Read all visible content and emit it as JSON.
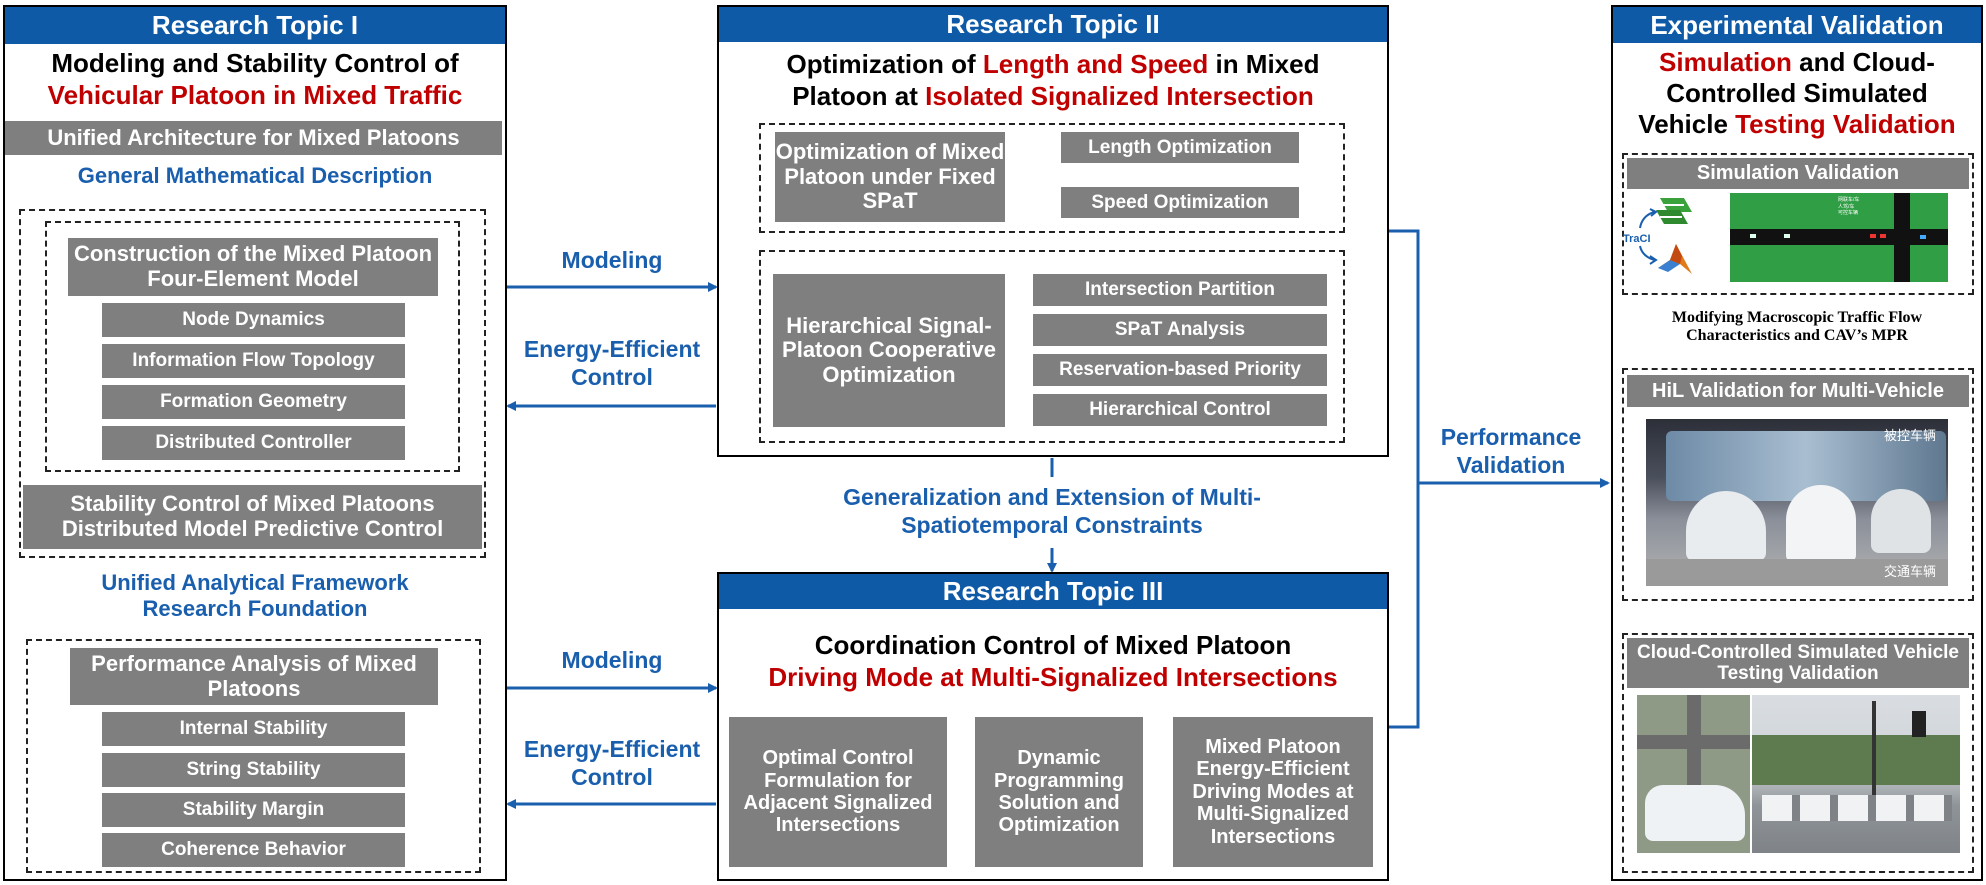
{
  "topic1": {
    "header": "Research Topic I",
    "title_line1": "Modeling and Stability Control of",
    "title_line2_red": "Vehicular Platoon in Mixed Traffic",
    "unified_arch": "Unified Architecture for Mixed Platoons",
    "general_desc": "General Mathematical Description",
    "construction": "Construction of the Mixed Platoon Four-Element Model",
    "elements": [
      "Node Dynamics",
      "Information Flow Topology",
      "Formation Geometry",
      "Distributed Controller"
    ],
    "stability_line1": "Stability Control of Mixed Platoons",
    "stability_line2": "Distributed Model Predictive Control",
    "framework_line1": "Unified Analytical Framework",
    "framework_line2": "Research Foundation",
    "performance": "Performance Analysis of Mixed Platoons",
    "analysis_items": [
      "Internal Stability",
      "String Stability",
      "Stability Margin",
      "Coherence Behavior"
    ]
  },
  "links": {
    "modeling": "Modeling",
    "energy_line1": "Energy-Efficient",
    "energy_line2": "Control",
    "generalization_line1": "Generalization and Extension of Multi-",
    "generalization_line2": "Spatiotemporal Constraints",
    "performance_line1": "Performance",
    "performance_line2": "Validation"
  },
  "topic2": {
    "header": "Research Topic II",
    "title_a": "Optimization of ",
    "title_b_red": "Length and Speed",
    "title_c": " in Mixed",
    "title_d": "Platoon at ",
    "title_e_red": "Isolated Signalized Intersection",
    "fixed_spat": "Optimization of Mixed Platoon under Fixed SPaT",
    "length_opt": "Length Optimization",
    "speed_opt": "Speed Optimization",
    "hierarchical": "Hierarchical Signal-Platoon Cooperative Optimization",
    "items": [
      "Intersection Partition",
      "SPaT Analysis",
      "Reservation-based Priority",
      "Hierarchical Control"
    ]
  },
  "topic3": {
    "header": "Research Topic III",
    "title_line1": "Coordination Control of Mixed Platoon",
    "title_line2_red": "Driving Mode at Multi-Signalized Intersections",
    "step1": "Optimal Control Formulation for Adjacent Signalized Intersections",
    "step2": "Dynamic Programming Solution and Optimization",
    "step3": "Mixed Platoon Energy-Efficient Driving Modes at Multi-Signalized Intersections"
  },
  "validation": {
    "header": "Experimental Validation",
    "title_a_red": "Simulation",
    "title_b": " and Cloud-",
    "title_c": "Controlled Simulated",
    "title_d": "Vehicle ",
    "title_e_red": "Testing Validation",
    "sim_validation": "Simulation Validation",
    "traci_label": "TraCI",
    "modifying_line1": "Modifying Macroscopic Traffic Flow",
    "modifying_line2": "Characteristics and CAV’s MPR",
    "hil": "HiL Validation for Multi-Vehicle",
    "hil_label_controlled": "被控车辆",
    "hil_label_traffic": "交通车辆",
    "cloud": "Cloud-Controlled Simulated Vehicle Testing Validation",
    "sim_map_labels": [
      "网联车/车",
      "人驾/车",
      "可控车辆"
    ]
  },
  "colors": {
    "header_blue": "#0e5aa7",
    "red": "#c00000",
    "gray_box": "#7f7f7f",
    "link_blue": "#1a5fae",
    "sim_green": "#2f9e44"
  }
}
